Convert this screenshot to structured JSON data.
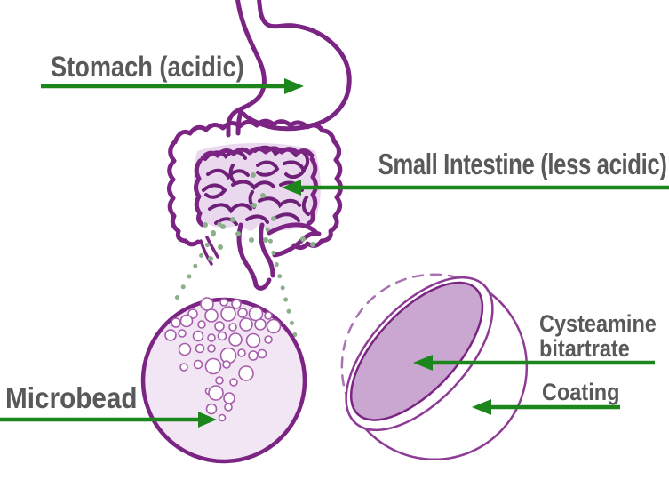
{
  "labels": {
    "stomach": "Stomach (acidic)",
    "small_intestine": "Small Intestine (less acidic)",
    "microbead": "Microbead",
    "cysteamine_line1": "Cysteamine",
    "cysteamine_line2": "bitartrate",
    "coating": "Coating"
  },
  "colors": {
    "label_text": "#58595b",
    "arrow_green": "#1c861c",
    "magnifier_dot_green": "#8cb08c",
    "tract_outline_purple": "#7b2483",
    "bead_outline_purple": "#8d3b95",
    "squiggle_purple": "#6e2079",
    "intestine_fill": "#ead9ee",
    "microbead_fill": "#f2e6f4",
    "core_fill": "#c9a7d1",
    "bubble_stroke": "#a55cab",
    "dashed_arc_purple": "#a873b0"
  }
}
